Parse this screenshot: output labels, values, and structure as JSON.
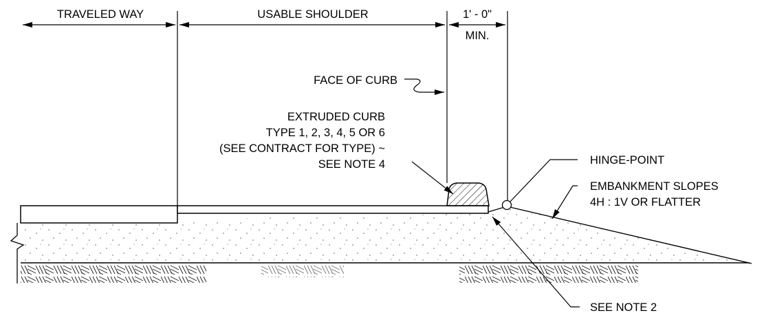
{
  "dimensions": {
    "traveled_way": "TRAVELED WAY",
    "usable_shoulder": "USABLE SHOULDER",
    "offset_value": "1' - 0\"",
    "offset_qualifier": "MIN."
  },
  "callouts": {
    "face_of_curb": "FACE OF CURB",
    "curb_line1": "EXTRUDED CURB",
    "curb_line2": "TYPE 1, 2, 3, 4, 5 OR 6",
    "curb_line3": "(SEE CONTRACT FOR TYPE) ~",
    "curb_line4": "SEE NOTE 4",
    "hinge_point": "HINGE-POINT",
    "slope_line1": "EMBANKMENT SLOPES",
    "slope_line2": "4H : 1V OR FLATTER",
    "see_note_2": "SEE NOTE 2"
  }
}
